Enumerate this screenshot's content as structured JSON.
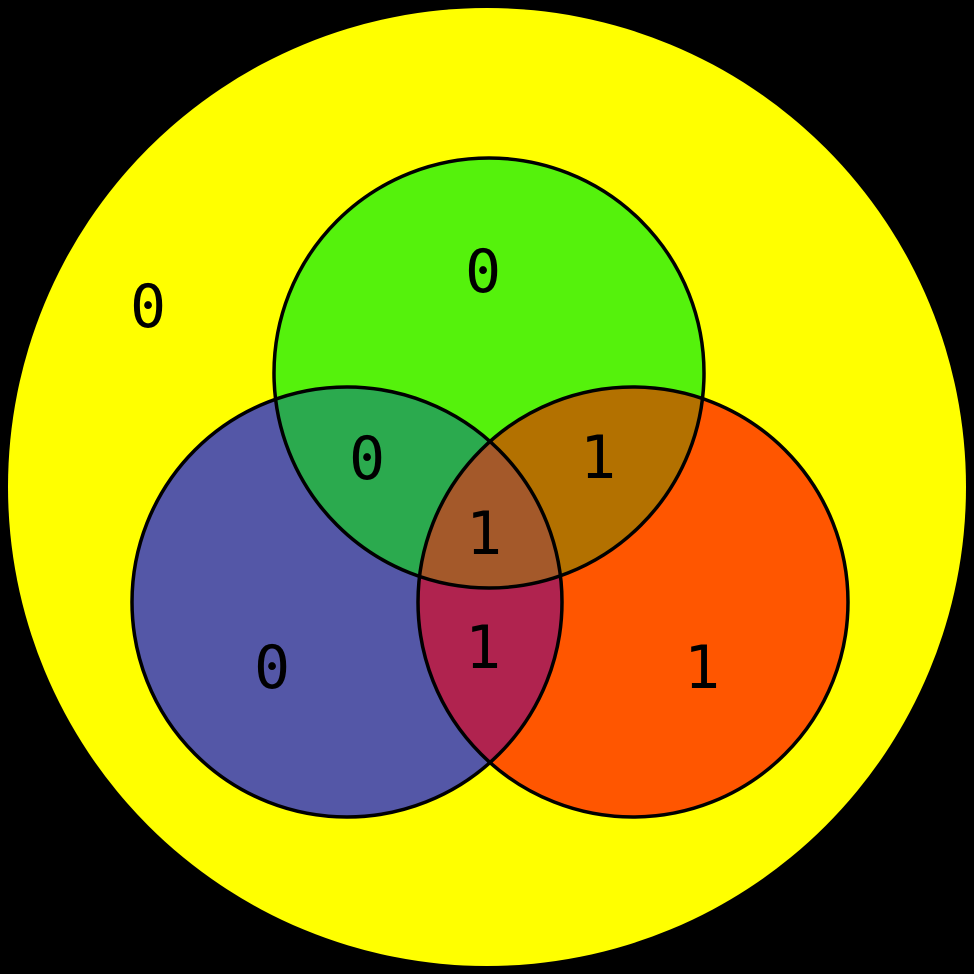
{
  "diagram": {
    "type": "venn-3-set-with-universe",
    "background_color": "#000000",
    "outline_color": "#000000",
    "label_color": "#000000",
    "universe": {
      "label": "0",
      "color": "#ffff00"
    },
    "sets": [
      {
        "name": "green-set",
        "label": "0",
        "color": "#55f20c"
      },
      {
        "name": "blue-set",
        "label": "0",
        "color": "#5457a7"
      },
      {
        "name": "orange-set",
        "label": "1",
        "color": "#ff5600"
      }
    ],
    "intersections": [
      {
        "name": "green-blue",
        "label": "0",
        "color": "#2baa4e"
      },
      {
        "name": "green-orange",
        "label": "1",
        "color": "#b37100"
      },
      {
        "name": "blue-orange",
        "label": "1",
        "color": "#b0234f"
      },
      {
        "name": "green-blue-orange",
        "label": "1",
        "color": "#a4592a"
      }
    ]
  }
}
